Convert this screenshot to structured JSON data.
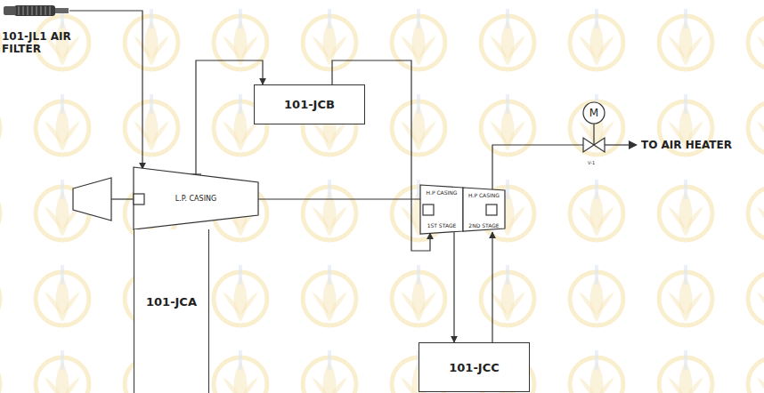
{
  "diagram": {
    "nodes": [
      {
        "text": [
          "101-JL1 AIR FILTER"
        ]
      },
      {
        "text": [
          "101-JCB"
        ]
      },
      {
        "text": [
          "L.P. CASING"
        ]
      },
      {
        "text": [
          "101-JCA"
        ]
      },
      {
        "text": [
          "H.P CASING",
          "1ST STAGE"
        ]
      },
      {
        "text": [
          "H.P CASING",
          "2ND STAGE"
        ]
      },
      {
        "text": [
          "M"
        ]
      },
      {
        "text": [
          "101-JCC"
        ]
      }
    ],
    "edges": [
      {
        "from": 0,
        "to": 2,
        "arrow": "to"
      },
      {
        "from": 2,
        "to": 1,
        "arrow": "to"
      },
      {
        "from": 1,
        "to": 4,
        "arrow": "to"
      },
      {
        "from": 2,
        "to": 4,
        "arrow": "none"
      },
      {
        "from": 4,
        "to": 7,
        "arrow": "to"
      },
      {
        "from": 7,
        "to": 5,
        "arrow": "to"
      }
    ],
    "labels": [
      "V-1",
      "TO AIR HEATER"
    ]
  }
}
